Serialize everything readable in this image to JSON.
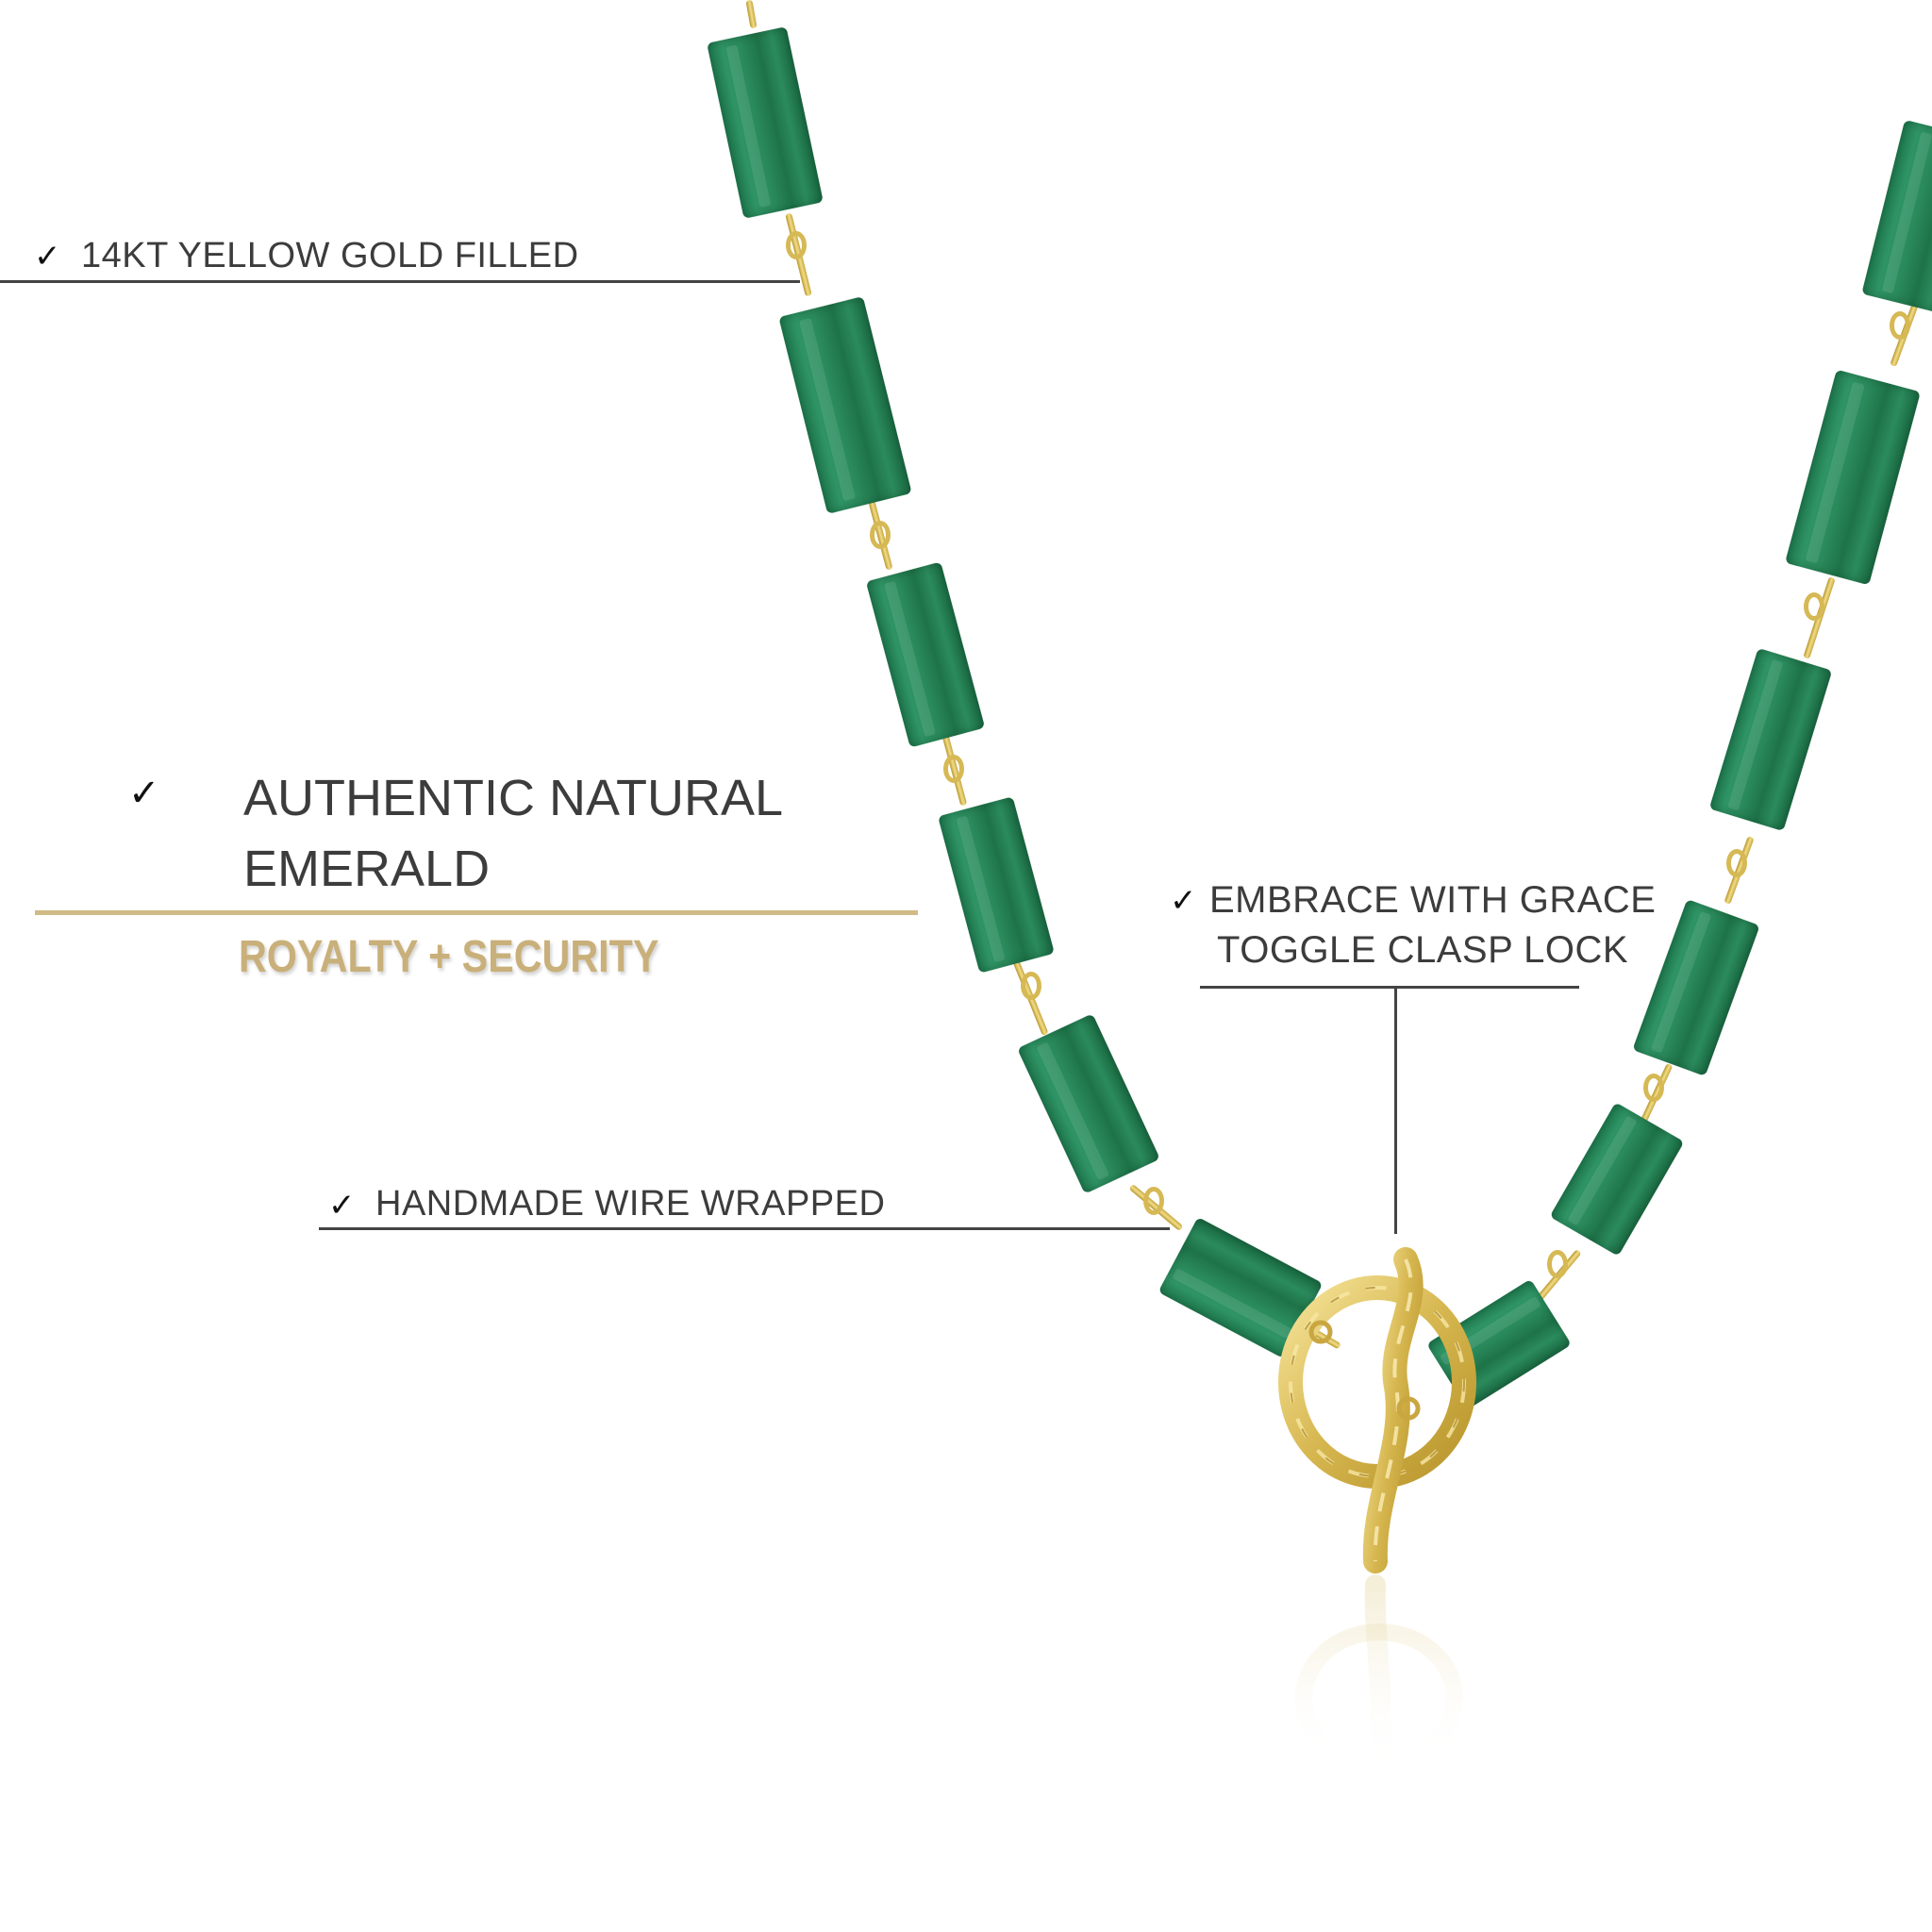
{
  "callouts": {
    "gold_filled": {
      "check": "✓",
      "text": "14KT YELLOW GOLD FILLED"
    },
    "emerald": {
      "check": "✓",
      "line1": "AUTHENTIC NATURAL",
      "line2": "EMERALD",
      "tagline": "ROYALTY + SECURITY"
    },
    "clasp": {
      "check": "✓",
      "line1": "EMBRACE WITH GRACE",
      "line2": "TOGGLE CLASP LOCK"
    },
    "handmade": {
      "check": "✓",
      "text": "HANDMADE WIRE WRAPPED"
    }
  },
  "product": {
    "image_description": "Emerald bead necklace with gold wire-wrapped links and twisted gold toggle clasp",
    "colors": {
      "emerald": "#268a5a",
      "gold": "#d9bd5c",
      "tagline_gold": "#c9b07a",
      "text": "#3c3c3c",
      "rule": "#444444"
    }
  }
}
